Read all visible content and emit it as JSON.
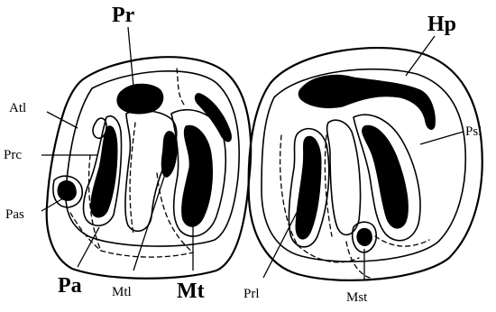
{
  "labels": {
    "Pr": "Pr",
    "Hp": "Hp",
    "Atl": "Atl",
    "Prc": "Prc",
    "Pas": "Pas",
    "Pa": "Pa",
    "Mtl": "Mtl",
    "Mt": "Mt",
    "Psl": "Psl",
    "Prl": "Prl",
    "Mst": "Mst"
  }
}
